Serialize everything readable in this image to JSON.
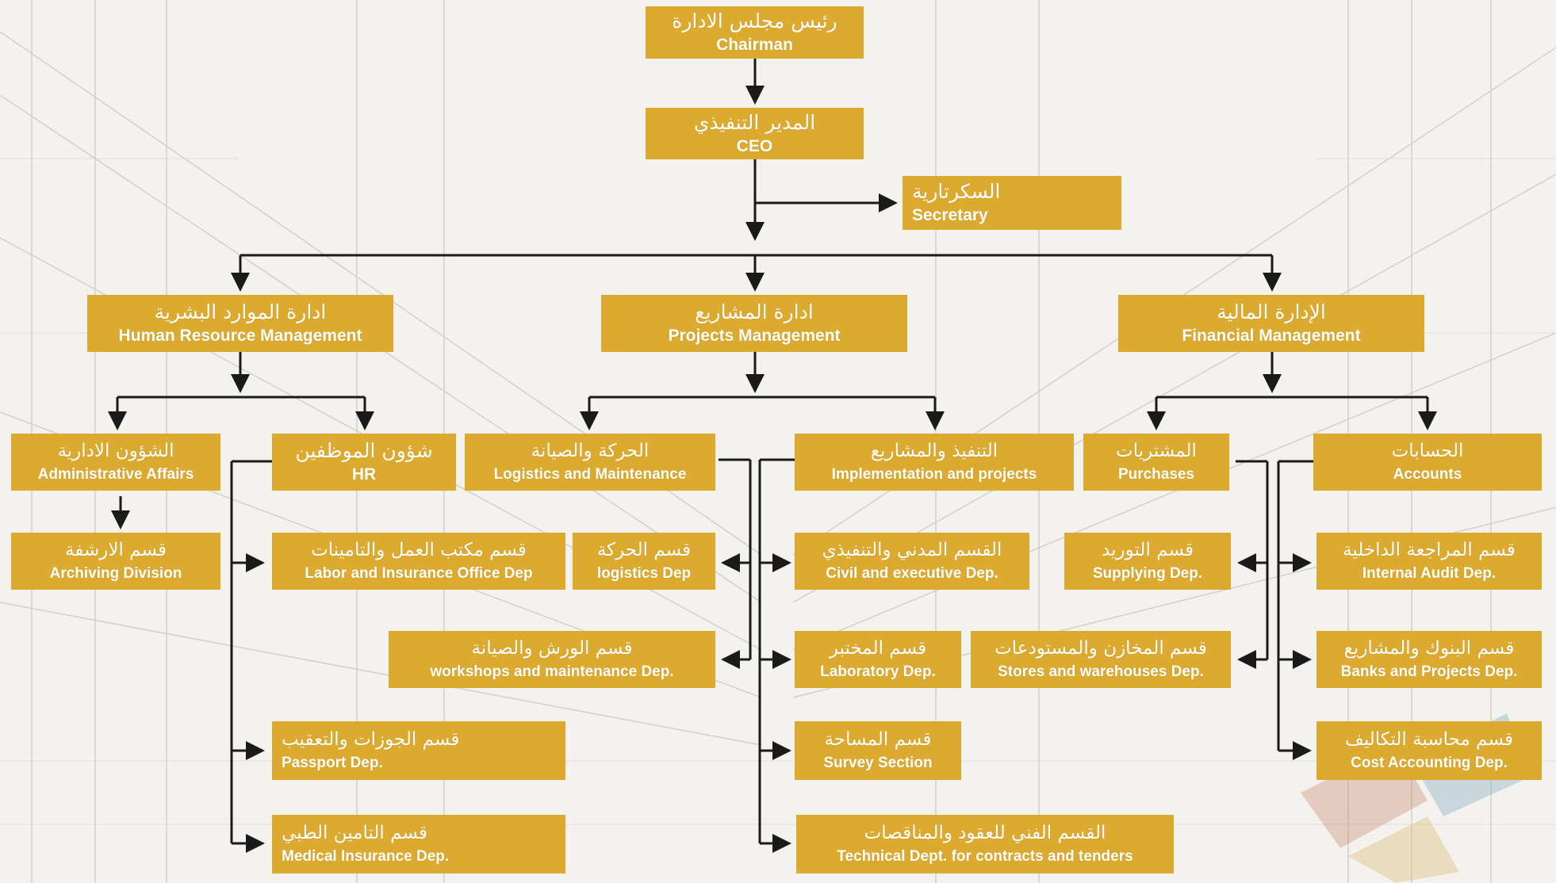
{
  "colors": {
    "box_fill": "#dcaa2e",
    "box_text": "#ffffff",
    "connector": "#1a1a1a",
    "background": "#f4f2ee"
  },
  "org": {
    "chairman": {
      "ar": "رئيس مجلس الادارة",
      "en": "Chairman"
    },
    "ceo": {
      "ar": "المدير التنفيذي",
      "en": "CEO"
    },
    "secretary": {
      "ar": "السكرتارية",
      "en": "Secretary"
    },
    "hr_management": {
      "ar": "ادارة الموارد  البشرية",
      "en": "Human Resource Management"
    },
    "projects_management": {
      "ar": "ادارة المشاريع",
      "en": "Projects Management"
    },
    "financial_management": {
      "ar": "الإدارة المالية",
      "en": "Financial Management"
    },
    "admin_affairs": {
      "ar": "الشؤون الادارية",
      "en": "Administrative Affairs"
    },
    "archiving": {
      "ar": "قسم الارشفة",
      "en": "Archiving Division"
    },
    "hr": {
      "ar": "شؤون الموظفين",
      "en": "HR"
    },
    "labor_insurance": {
      "ar": "قسم مكتب العمل والتامينات",
      "en": "Labor and Insurance Office Dep"
    },
    "passport": {
      "ar": "قسم الجوزات والتعقيب",
      "en": "Passport Dep."
    },
    "medical_insurance": {
      "ar": "قسم التامين الطبي",
      "en": "Medical Insurance Dep."
    },
    "logistics_maintenance": {
      "ar": "الحركة والصيانة",
      "en": "Logistics and Maintenance"
    },
    "logistics_dep": {
      "ar": "قسم الحركة",
      "en": "logistics Dep"
    },
    "workshops": {
      "ar": "قسم الورش والصيانة",
      "en": "workshops and maintenance Dep."
    },
    "implementation": {
      "ar": "التنفيذ والمشاريع",
      "en": "Implementation and projects"
    },
    "civil_exec": {
      "ar": "القسم المدني والتنفيذي",
      "en": "Civil and executive Dep."
    },
    "laboratory": {
      "ar": "قسم المختبر",
      "en": "Laboratory Dep."
    },
    "survey": {
      "ar": "قسم المساحة",
      "en": "Survey Section"
    },
    "technical_contracts": {
      "ar": "القسم الفني للعقود والمناقصات",
      "en": "Technical Dept. for contracts and tenders"
    },
    "purchases": {
      "ar": "المشتريات",
      "en": "Purchases"
    },
    "supplying": {
      "ar": "قسم التوريد",
      "en": "Supplying Dep."
    },
    "stores": {
      "ar": "قسم المخازن والمستودعات",
      "en": "Stores and warehouses Dep."
    },
    "accounts": {
      "ar": "الحسابات",
      "en": "Accounts"
    },
    "internal_audit": {
      "ar": "قسم المراجعة الداخلية",
      "en": "Internal Audit Dep."
    },
    "banks_projects": {
      "ar": "قسم البنوك والمشاريع",
      "en": "Banks and Projects Dep."
    },
    "cost_accounting": {
      "ar": "قسم محاسبة التكاليف",
      "en": "Cost Accounting Dep."
    }
  }
}
